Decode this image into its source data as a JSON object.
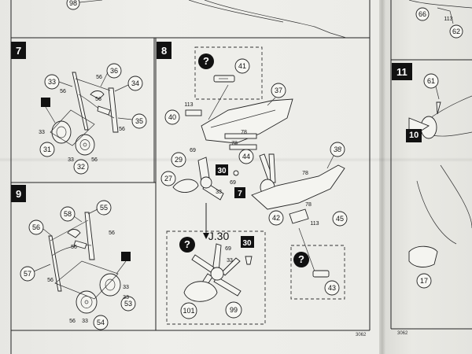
{
  "steps": [
    {
      "number": "7"
    },
    {
      "number": "8"
    },
    {
      "number": "9"
    },
    {
      "number": "10"
    },
    {
      "number": "11"
    }
  ],
  "top_strip": {
    "left_part": "98",
    "right_parts": [
      "66",
      "113",
      "62"
    ]
  },
  "step7": {
    "parts": [
      "33",
      "56",
      "36",
      "34",
      "56",
      "56",
      "56",
      "35",
      "33",
      "31",
      "33",
      "56",
      "32"
    ]
  },
  "step8": {
    "parts": [
      "41",
      "113",
      "40",
      "37",
      "78",
      "78",
      "44",
      "38",
      "78",
      "78",
      "45",
      "42",
      "113",
      "69",
      "29",
      "69",
      "27",
      "33",
      "7"
    ],
    "marker": "30"
  },
  "step9": {
    "parts": [
      "58",
      "55",
      "56",
      "56",
      "56",
      "57",
      "56",
      "33",
      "33",
      "53",
      "56",
      "33",
      "54"
    ]
  },
  "inset_j30": {
    "title": "J.30",
    "marker": "30",
    "parts": [
      "69",
      "33",
      "101",
      "99"
    ]
  },
  "inset_43": {
    "parts": [
      "43"
    ]
  },
  "step11": {
    "parts": [
      "61",
      "17"
    ]
  },
  "print_codes": [
    "3062",
    "3062"
  ]
}
